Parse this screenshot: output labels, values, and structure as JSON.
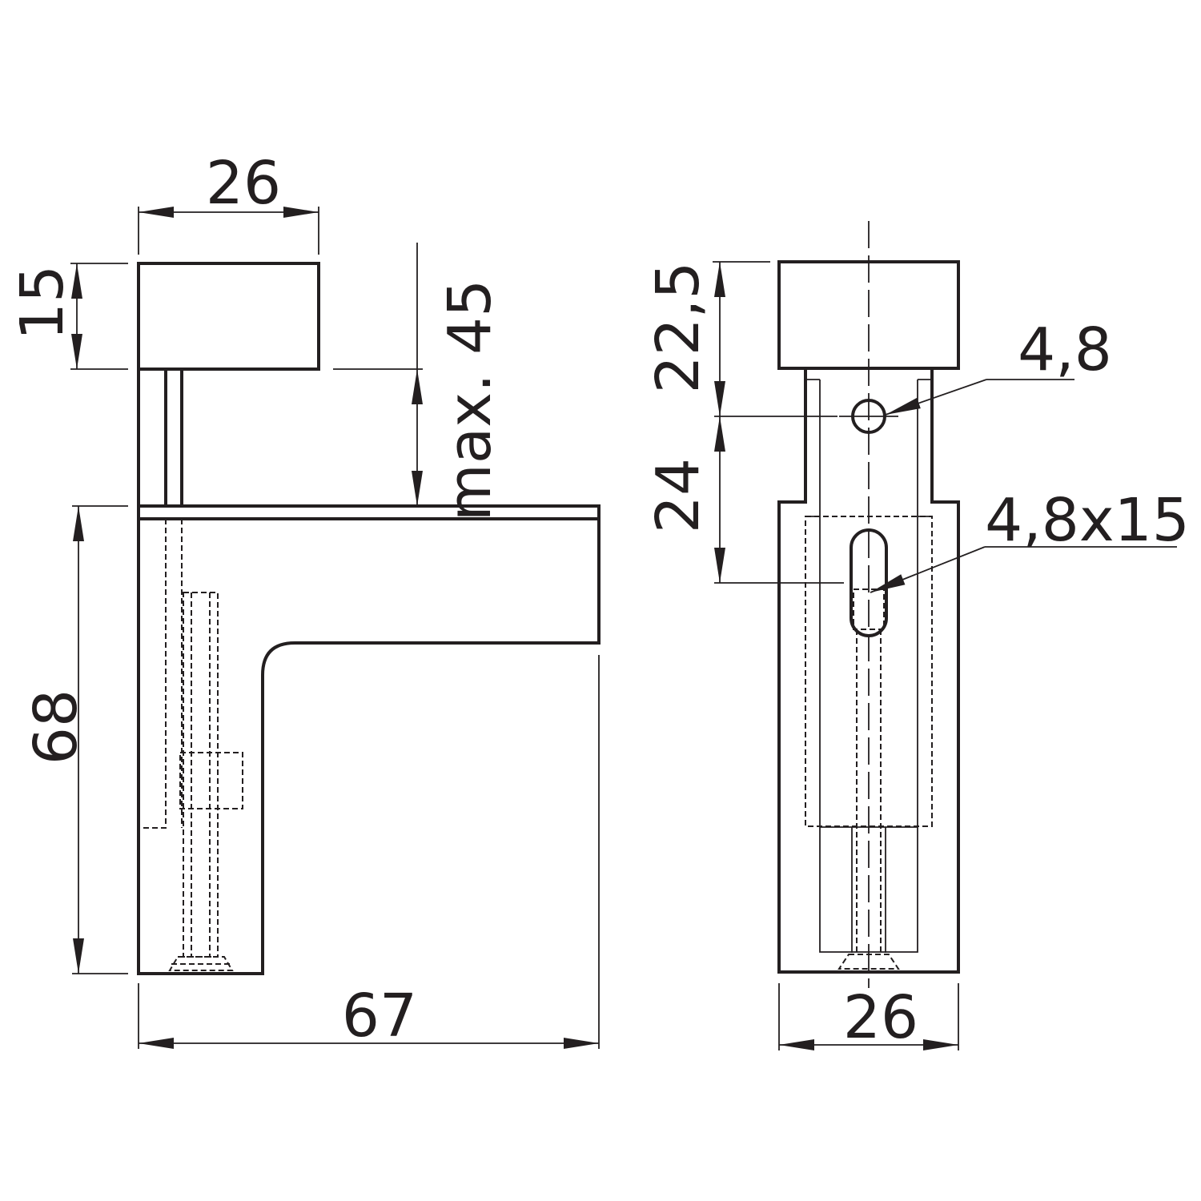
{
  "side_view": {
    "dim_top_width": "26",
    "dim_top_height": "15",
    "dim_gap": "max. 45",
    "dim_height": "68",
    "dim_length": "67"
  },
  "front_view": {
    "dim_cap": "22,5",
    "dim_hole_spacing": "24",
    "label_hole": "4,8",
    "label_slot": "4,8x15",
    "dim_width": "26"
  }
}
